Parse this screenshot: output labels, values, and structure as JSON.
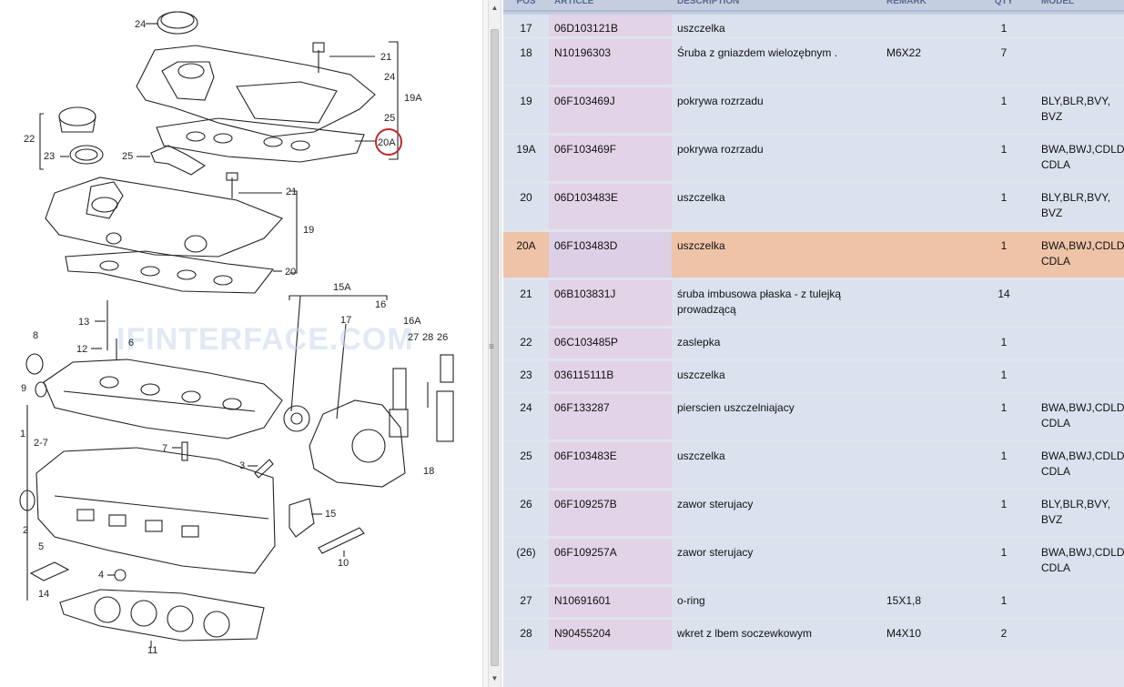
{
  "diagram": {
    "watermark": "IFINTERFACE.COM",
    "callouts": [
      "24",
      "21",
      "24",
      "19A",
      "25",
      "20A",
      "22",
      "23",
      "25",
      "21",
      "19",
      "20",
      "15A",
      "16",
      "17",
      "16A",
      "13",
      "8",
      "12",
      "6",
      "27",
      "28",
      "26",
      "9",
      "1",
      "2-7",
      "7",
      "3",
      "18",
      "2",
      "5",
      "15",
      "4",
      "10",
      "14",
      "11"
    ]
  },
  "table": {
    "columns": [
      "POS",
      "ARTICLE",
      "DESCRIPTION",
      "REMARK",
      "QTY",
      "MODEL"
    ],
    "rows": [
      {
        "pos": "17",
        "article": "06D103121B",
        "description": "uszczelka",
        "remark": "",
        "qty": "1",
        "model": ""
      },
      {
        "pos": "18",
        "article": "N10196303",
        "description": "Śruba z gniazdem wielozębnym .",
        "remark": "M6X22",
        "qty": "7",
        "model": ""
      },
      {
        "pos": "19",
        "article": "06F103469J",
        "description": "pokrywa rozrzadu",
        "remark": "",
        "qty": "1",
        "model": "BLY,BLR,BVY, BVZ"
      },
      {
        "pos": "19A",
        "article": "06F103469F",
        "description": "pokrywa rozrzadu",
        "remark": "",
        "qty": "1",
        "model": "BWA,BWJ,CDLD CDLA"
      },
      {
        "pos": "20",
        "article": "06D103483E",
        "description": "uszczelka",
        "remark": "",
        "qty": "1",
        "model": "BLY,BLR,BVY, BVZ"
      },
      {
        "pos": "20A",
        "article": "06F103483D",
        "description": "uszczelka",
        "remark": "",
        "qty": "1",
        "model": "BWA,BWJ,CDLD CDLA",
        "selected": true
      },
      {
        "pos": "21",
        "article": "06B103831J",
        "description": "śruba imbusowa płaska - z tulejką prowadzącą",
        "remark": "",
        "qty": "14",
        "model": ""
      },
      {
        "pos": "22",
        "article": "06C103485P",
        "description": "zaslepka",
        "remark": "",
        "qty": "1",
        "model": ""
      },
      {
        "pos": "23",
        "article": "036115111B",
        "description": "uszczelka",
        "remark": "",
        "qty": "1",
        "model": ""
      },
      {
        "pos": "24",
        "article": "06F133287",
        "description": "pierscien uszczelniajacy",
        "remark": "",
        "qty": "1",
        "model": "BWA,BWJ,CDLD CDLA"
      },
      {
        "pos": "25",
        "article": "06F103483E",
        "description": "uszczelka",
        "remark": "",
        "qty": "1",
        "model": "BWA,BWJ,CDLD CDLA"
      },
      {
        "pos": "26",
        "article": "06F109257B",
        "description": "zawor sterujacy",
        "remark": "",
        "qty": "1",
        "model": "BLY,BLR,BVY, BVZ"
      },
      {
        "pos": "(26)",
        "article": "06F109257A",
        "description": "zawor sterujacy",
        "remark": "",
        "qty": "1",
        "model": "BWA,BWJ,CDLD CDLA"
      },
      {
        "pos": "27",
        "article": "N10691601",
        "description": "o-ring",
        "remark": "15X1,8",
        "qty": "1",
        "model": ""
      },
      {
        "pos": "28",
        "article": "N90455204",
        "description": "wkret z lbem soczewkowym",
        "remark": "M4X10",
        "qty": "2",
        "model": ""
      }
    ]
  },
  "colors": {
    "header_bg": "#c5cde0",
    "row_bg": "#dbe2ee",
    "article_bg": "#e2d3e7",
    "selected_bg": "#eec3a8",
    "highlight_ring": "#c0282a"
  },
  "icons": [
    "scroll-up-arrow-icon",
    "scroll-down-arrow-icon",
    "splitter-grip-icon"
  ]
}
